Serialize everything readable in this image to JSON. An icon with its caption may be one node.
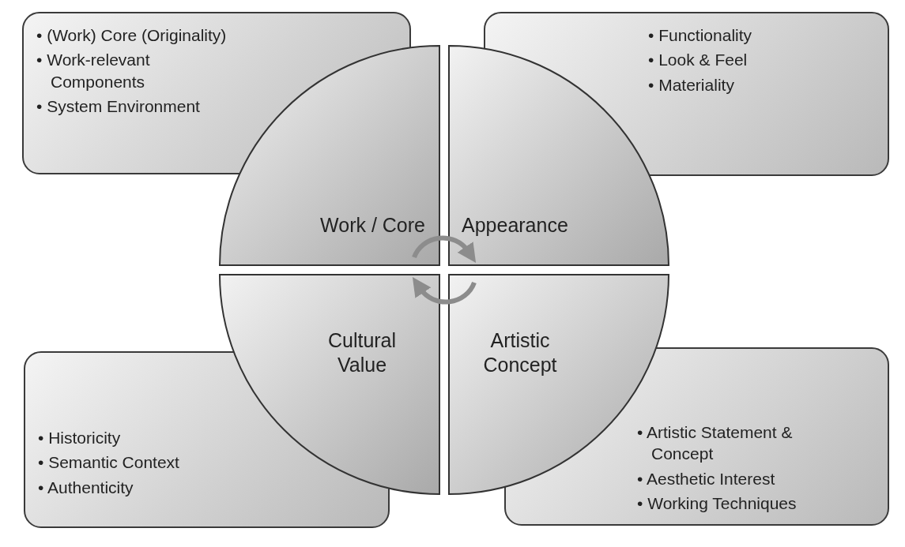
{
  "diagram": {
    "nodes": [
      {
        "text": [
          "• (Work) Core (Originality)",
          "• Work-relevant Components",
          "• System Environment"
        ]
      },
      {
        "text": [
          "• Functionality",
          "• Look & Feel",
          "• Materiality"
        ]
      },
      {
        "text": [
          "Work / Core"
        ]
      },
      {
        "text": [
          "Appearance"
        ]
      },
      {
        "text": [
          "Cultural Value"
        ]
      },
      {
        "text": [
          "Artistic Concept"
        ]
      },
      {
        "text": [
          "• Historicity",
          "• Semantic Context",
          "• Authenticity"
        ]
      },
      {
        "text": [
          "• Artistic Statement & Concept",
          "• Aesthetic Interest",
          "• Working Techniques"
        ]
      }
    ],
    "edges": [
      {
        "from": 2,
        "to": 3,
        "arrow": "to"
      },
      {
        "from": 5,
        "to": 4,
        "arrow": "to"
      }
    ]
  }
}
